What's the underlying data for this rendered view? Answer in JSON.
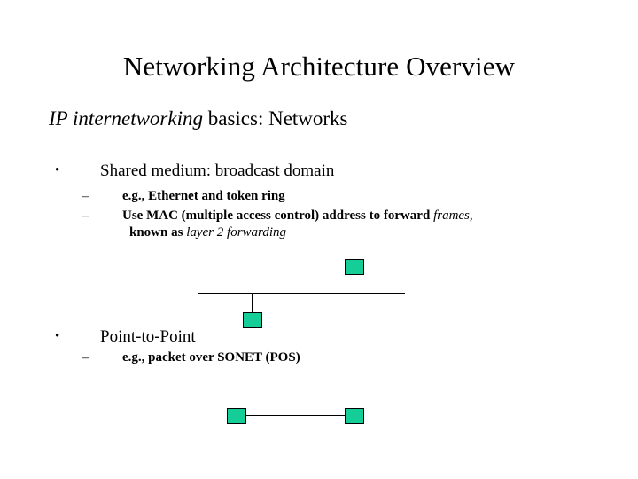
{
  "slide": {
    "title": "Networking Architecture Overview",
    "subtitle": {
      "italic_part": "IP internetworking",
      "plain_part": " basics: Networks"
    },
    "bullets": [
      {
        "marker": "•",
        "text": "Shared medium: broadcast domain",
        "sub_bullets": [
          {
            "marker": "–",
            "text": "e.g., Ethernet and token ring"
          },
          {
            "marker": "–",
            "line1_plain": "Use MAC (multiple access control) address to forward ",
            "line1_italic": "frames,",
            "line2_plain": "known as ",
            "line2_italic": "layer 2 forwarding"
          }
        ]
      },
      {
        "marker": "•",
        "text": "Point-to-Point",
        "sub_bullets": [
          {
            "marker": "–",
            "text": "e.g., packet over SONET (POS)"
          }
        ]
      }
    ],
    "diagrams": {
      "shared_medium": {
        "name": "bus-topology-diagram",
        "node_count": 2
      },
      "point_to_point": {
        "name": "point-to-point-diagram",
        "node_count": 2
      }
    },
    "colors": {
      "node_fill": "#15cd97",
      "line": "#000000",
      "background": "#ffffff",
      "text": "#000000"
    }
  }
}
